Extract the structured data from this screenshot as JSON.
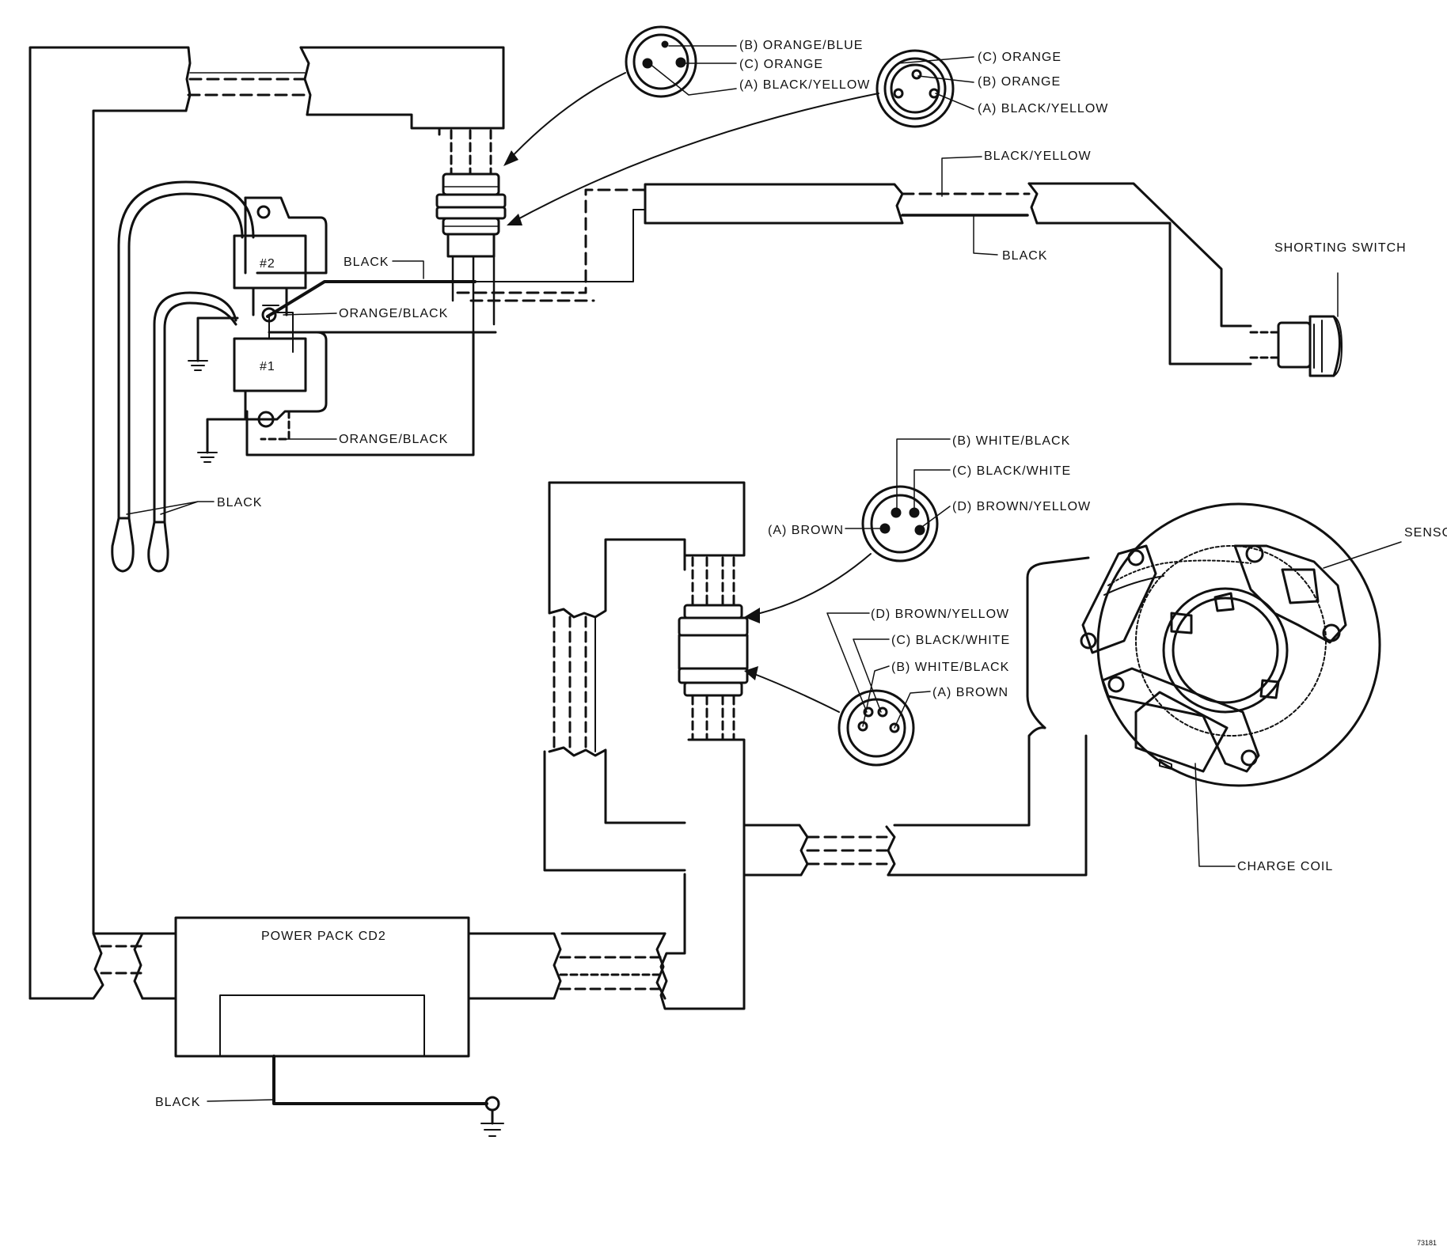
{
  "labels": {
    "conn1_b": "(B) ORANGE/BLUE",
    "conn1_c": "(C) ORANGE",
    "conn1_a": "(A) BLACK/YELLOW",
    "conn2_c": "(C) ORANGE",
    "conn2_b": "(B) ORANGE",
    "conn2_a": "(A) BLACK/YELLOW",
    "black_yellow": "BLACK/YELLOW",
    "black_switch": "BLACK",
    "shorting_switch": "SHORTING SWITCH",
    "coil2": "#2",
    "coil1": "#1",
    "black_top": "BLACK",
    "orange_black_1": "ORANGE/BLACK",
    "orange_black_2": "ORANGE/BLACK",
    "black_plugs": "BLACK",
    "conn3_b": "(B) WHITE/BLACK",
    "conn3_c": "(C) BLACK/WHITE",
    "conn3_d": "(D) BROWN/YELLOW",
    "conn3_a": "(A) BROWN",
    "conn4_d": "(D) BROWN/YELLOW",
    "conn4_c": "(C) BLACK/WHITE",
    "conn4_b": "(B) WHITE/BLACK",
    "conn4_a": "(A) BROWN",
    "sensor": "SENSO",
    "charge_coil": "CHARGE COIL",
    "power_pack": "POWER PACK CD2",
    "black_ground": "BLACK",
    "corner_code": "73181"
  }
}
